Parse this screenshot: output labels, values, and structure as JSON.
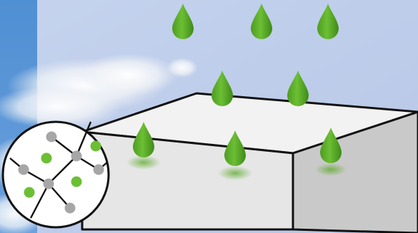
{
  "colors": {
    "sky_light": "#c9d6ee",
    "sky_blue": "#4f8fd3",
    "cloud": "#f4f6f8",
    "droplet": "#5aaa28",
    "droplet_highlight": "#7cc83f",
    "slab_top": "#f2f2f2",
    "slab_front": "#e3e3e3",
    "slab_side": "#c8c8c8",
    "outline": "#111111",
    "node_gray": "#a6a6a6",
    "node_green": "#6cbf34",
    "inset_bg": "#ffffff"
  },
  "icons": {
    "droplet": "droplet-icon",
    "material_slab": "slab-block-icon",
    "network_inset": "network-diagram-icon"
  },
  "diagram": {
    "falling_droplets": 5,
    "absorbed_droplets": 3,
    "network_gray_nodes": 6,
    "network_green_nodes": 4
  }
}
